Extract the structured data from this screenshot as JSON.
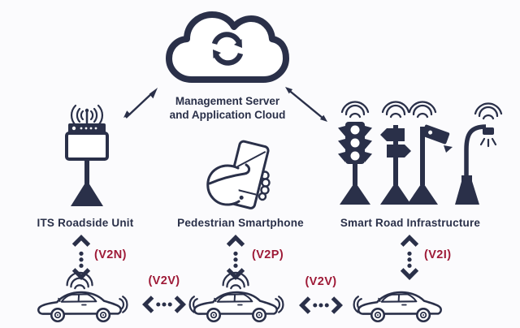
{
  "colors": {
    "ink": "#2a3049",
    "accent": "#9e1a37",
    "background": "#fbfbfd"
  },
  "cloud": {
    "label_line1": "Management Server",
    "label_line2": "and Application Cloud"
  },
  "nodes": [
    {
      "id": "its-roadside-unit",
      "label": "ITS Roadside Unit",
      "link_label": "(V2N)"
    },
    {
      "id": "pedestrian-smartphone",
      "label": "Pedestrian Smartphone",
      "link_label": "(V2P)"
    },
    {
      "id": "smart-road-infrastructure",
      "label": "Smart Road Infrastructure",
      "link_label": "(V2I)"
    }
  ],
  "vehicle_links": [
    {
      "label": "(V2V)"
    },
    {
      "label": "(V2V)"
    }
  ]
}
